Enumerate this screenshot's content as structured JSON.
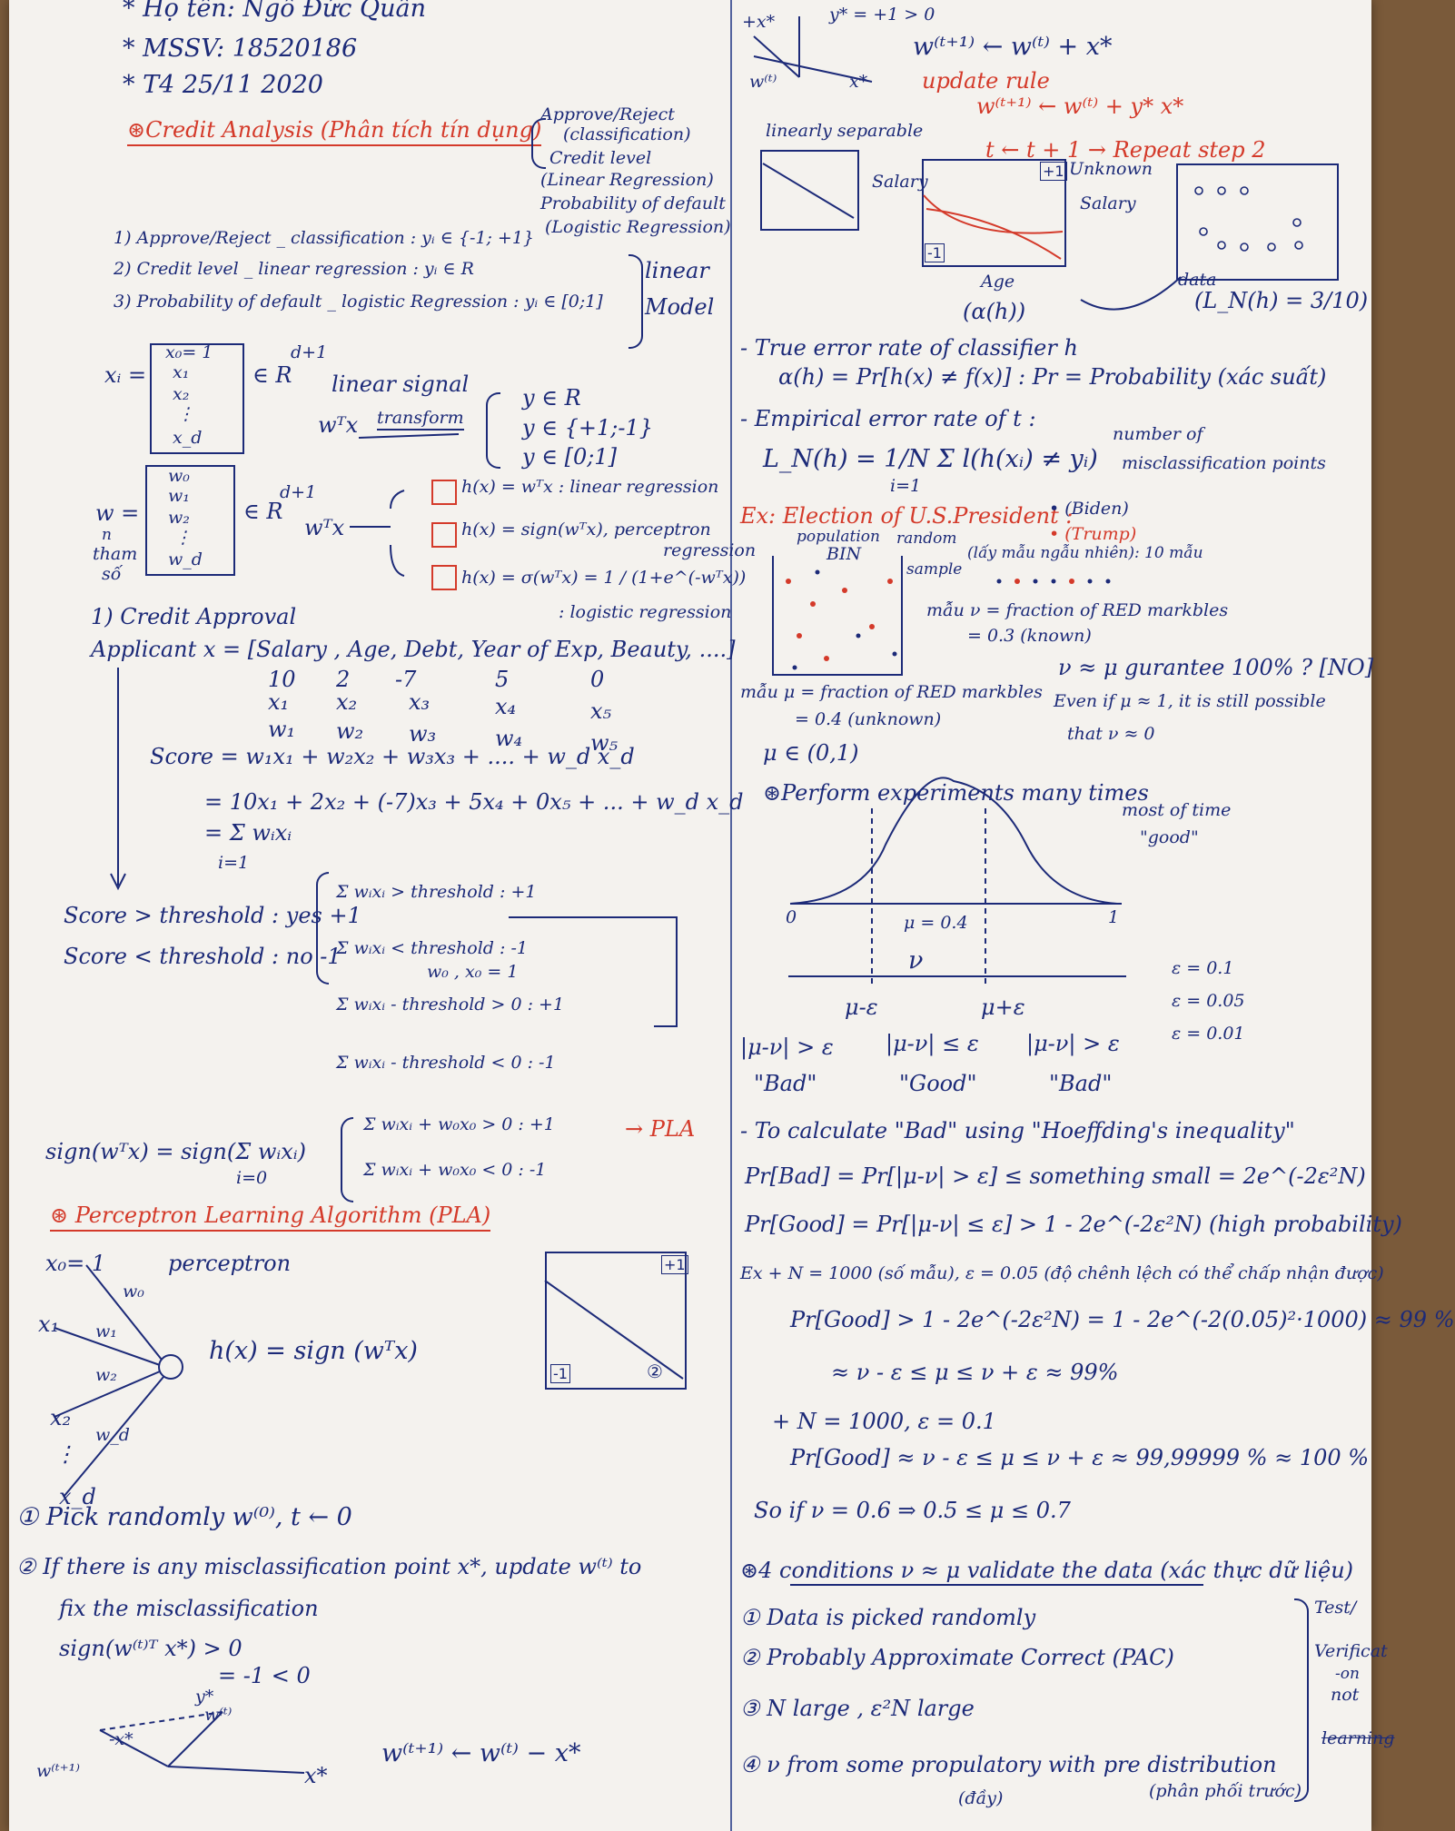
{
  "header": {
    "name_line": "* Họ tên: Ngô Đức Quân",
    "mssv_line": "* MSSV: 18520186",
    "date_line": "* T4 25/11 2020"
  },
  "credit": {
    "title": "⊛Credit Analysis (Phân tích tín dụng)",
    "types": [
      "Approve/Reject",
      "(classification)",
      "Credit level",
      "(Linear Regression)",
      "Probability of default",
      "(Logistic Regression)"
    ],
    "list": [
      "1) Approve/Reject _ classification : yᵢ ∈ {-1; +1}",
      "2) Credit level _ linear regression : yᵢ ∈ R",
      "3) Probability of default _ logistic Regression : yᵢ ∈ [0;1]"
    ],
    "model_label": [
      "linear",
      "Model"
    ]
  },
  "vectors": {
    "x_label": "xᵢ =",
    "x_entries": [
      "x₀= 1",
      "x₁",
      "x₂",
      "⋮",
      "x_d"
    ],
    "x_space": "∈ R",
    "x_exp": "d+1",
    "signal_label": "linear signal",
    "wtx": "wᵀx",
    "transform": "transform",
    "transform_outputs": [
      "y ∈ R",
      "y ∈ {+1;-1}",
      "y ∈ [0;1]"
    ],
    "w_label": "w =",
    "w_note": [
      "n",
      "tham",
      "số"
    ],
    "w_entries": [
      "w₀",
      "w₁",
      "w₂",
      "⋮",
      "w_d"
    ],
    "w_space": "∈ R",
    "w_exp": "d+1",
    "wtx2": "wᵀx",
    "h_forms": [
      "h(x) = wᵀx : linear regression",
      "h(x) = sign(wᵀx), perceptron",
      "h(x) = σ(wᵀx) = 1 / (1+e^(-wᵀx))"
    ],
    "h_notes": [
      "regression",
      ": logistic regression"
    ]
  },
  "approval": {
    "heading": "1) Credit Approval",
    "applicant": "Applicant x = [Salary , Age, Debt, Year of Exp, Beauty, ....]",
    "values": [
      "10",
      "2",
      "-7",
      "5",
      "0"
    ],
    "xs": [
      "x₁",
      "x₂",
      "x₃",
      "x₄",
      "x₅"
    ],
    "ws": [
      "w₁",
      "w₂",
      "w₃",
      "w₄",
      "w₅"
    ],
    "score": [
      "Score = w₁x₁ + w₂x₂ + w₃x₃ + .... + w_d x_d",
      "= 10x₁ + 2x₂ + (-7)x₃ + 5x₄ + 0x₅ + ... + w_d x_d",
      "= Σ wᵢxᵢ",
      "i=1"
    ],
    "thresholds": [
      "Score > threshold : yes +1",
      "Score < threshold : no -1"
    ],
    "sums": [
      "Σ wᵢxᵢ > threshold : +1",
      "Σ wᵢxᵢ < threshold : -1",
      "w₀ , x₀ = 1",
      "Σ wᵢxᵢ - threshold > 0 : +1",
      "Σ wᵢxᵢ - threshold < 0 : -1"
    ],
    "sign_eq": "sign(wᵀx) = sign(Σ wᵢxᵢ)",
    "sign_lower": "i=0",
    "cases": [
      "Σ wᵢxᵢ + w₀x₀ > 0 : +1",
      "Σ wᵢxᵢ + w₀x₀ < 0 : -1"
    ],
    "pla_arrow": "→ PLA"
  },
  "pla": {
    "title": "⊛ Perceptron Learning Algorithm (PLA)",
    "x0": "x₀= 1",
    "perceptron": "perceptron",
    "inputs": [
      "x₁",
      "x₂",
      "⋮",
      "x_d"
    ],
    "weights": [
      "w₀",
      "w₁",
      "w₂",
      "w_d"
    ],
    "h": "h(x) = sign (wᵀx)",
    "box_labels": [
      "+1",
      "-1",
      "②"
    ],
    "steps": [
      "① Pick randomly w⁽⁰⁾, t ← 0",
      "② If there is any misclassification point x*, update w⁽ᵗ⁾ to",
      "fix the misclassification",
      "sign(w⁽ᵗ⁾ᵀ x*) > 0",
      "= -1 < 0"
    ],
    "bottom_labels": [
      "y*",
      "w⁽ᵗ⁾",
      "w⁽ᵗ⁺¹⁾",
      "-x*",
      "x*"
    ],
    "update_rule": "w⁽ᵗ⁺¹⁾ ← w⁽ᵗ⁾ − x*"
  },
  "right_top": {
    "diag_labels": [
      "+x*",
      "y* = +1 > 0",
      "w⁽ᵗ⁾",
      "x*"
    ],
    "update": "w⁽ᵗ⁺¹⁾ ← w⁽ᵗ⁾ + x*",
    "update_rule_title": "update rule",
    "update_rule_eq": "w⁽ᵗ⁺¹⁾ ← w⁽ᵗ⁾ + y* x*",
    "repeat": "t ← t + 1 → Repeat step 2",
    "linearly_separable": "linearly separable",
    "plot_labels": [
      "Salary",
      "+1",
      "-1",
      "Unknown",
      "Salary",
      "Age",
      "(α(h))",
      "data"
    ],
    "ein": "(L_N(h) = 3/10)"
  },
  "errors": {
    "true_title": "- True error rate of classifier h",
    "true_eq": "α(h) = Pr[h(x) ≠ f(x)] : Pr = Probability (xác suất)",
    "emp_title": "- Empirical error rate of t :",
    "emp_eq": "L_N(h) = 1/N Σ l(h(xᵢ) ≠ yᵢ)",
    "emp_lower": "i=1",
    "emp_note": [
      "number of",
      "misclassification points"
    ]
  },
  "election": {
    "title": "Ex: Election of U.S.President :",
    "candidates": [
      "• (Biden)",
      "• (Trump)"
    ],
    "labels": [
      "population",
      "BIN",
      "random",
      "sample",
      "(lấy mẫu ngẫu nhiên): 10 mẫu"
    ],
    "nu_def": [
      "mẫu ν = fraction of RED markbles",
      "= 0.3 (known)"
    ],
    "nu_mu": "ν ≈ μ gurantee 100% ? [NO]",
    "mu_def": [
      "mẫu μ = fraction of RED markbles",
      "= 0.4 (unknown)",
      "μ ∈ (0,1)"
    ],
    "even": [
      "Even if μ ≈ 1, it is still possible",
      "that ν ≈ 0"
    ]
  },
  "experiment": {
    "title": "⊛Perform experiments many times",
    "note": [
      "most of time",
      "\"good\""
    ],
    "axis": [
      "0",
      "μ = 0.4",
      "1"
    ],
    "nu": "ν",
    "bounds": [
      "μ-ε",
      "μ+ε"
    ],
    "eps": [
      "ε = 0.1",
      "ε = 0.05",
      "ε = 0.01"
    ],
    "cases": [
      "|μ-ν| > ε",
      "|μ-ν| ≤ ε",
      "|μ-ν| > ε"
    ],
    "case_labels": [
      "\"Bad\"",
      "\"Good\"",
      "\"Bad\""
    ]
  },
  "hoeffding": {
    "title": "- To calculate \"Bad\" using \"Hoeffding's inequality\"",
    "lines": [
      "Pr[Bad] = Pr[|μ-ν| > ε] ≤ something small = 2e^(-2ε²N)",
      "Pr[Good] = Pr[|μ-ν| ≤ ε] > 1 - 2e^(-2ε²N) (high probability)",
      "Ex + N = 1000 (số mẫu), ε = 0.05 (độ chênh lệch có thể chấp nhận được)",
      "Pr[Good] > 1 - 2e^(-2ε²N) = 1 - 2e^(-2(0.05)²·1000) ≈ 99 %",
      "≈ ν - ε ≤ μ ≤ ν + ε ≈ 99%",
      "+ N = 1000, ε = 0.1",
      "Pr[Good] ≈ ν - ε ≤ μ ≤ ν + ε ≈ 99,99999 % ≈ 100 %",
      "So if ν = 0.6 ⇒ 0.5 ≤ μ ≤ 0.7"
    ]
  },
  "conditions": {
    "title": "⊛4 conditions ν ≈ μ validate the data (xác thực dữ liệu)",
    "items": [
      "① Data is picked randomly",
      "② Probably Approximate Correct (PAC)",
      "③ N large , ε²N large",
      "④ ν from some propulatory with pre distribution"
    ],
    "notes": [
      "(đầy)",
      "(phân phối trước)"
    ],
    "side": [
      "Test/",
      "Verificat",
      "-on",
      "not",
      "learning"
    ]
  },
  "colors": {
    "ink": "#1c2a78",
    "red": "#d43a2a",
    "paper": "#f4f2ee",
    "desk": "#7a5a3a"
  }
}
